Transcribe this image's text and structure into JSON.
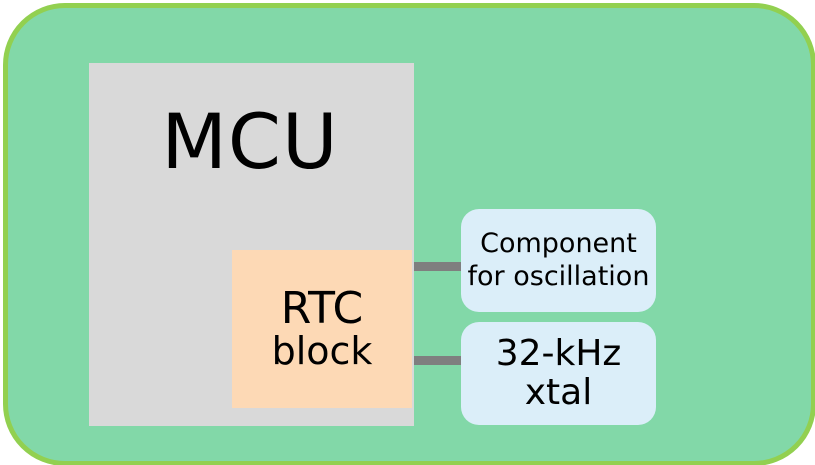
{
  "diagram": {
    "mcu": {
      "label": "MCU"
    },
    "rtc_block": {
      "line1": "RTC",
      "line2": "block"
    },
    "oscillation_component": {
      "line1": "Component",
      "line2": "for oscillation"
    },
    "crystal": {
      "line1": "32-kHz",
      "line2": "xtal"
    }
  },
  "colors": {
    "board_fill": "#82d8a8",
    "board_border": "#92d050",
    "mcu_fill": "#d9d9d9",
    "rtc_fill": "#fdd9b5",
    "component_fill": "#dbeef9",
    "wire": "#7f7f7f"
  }
}
